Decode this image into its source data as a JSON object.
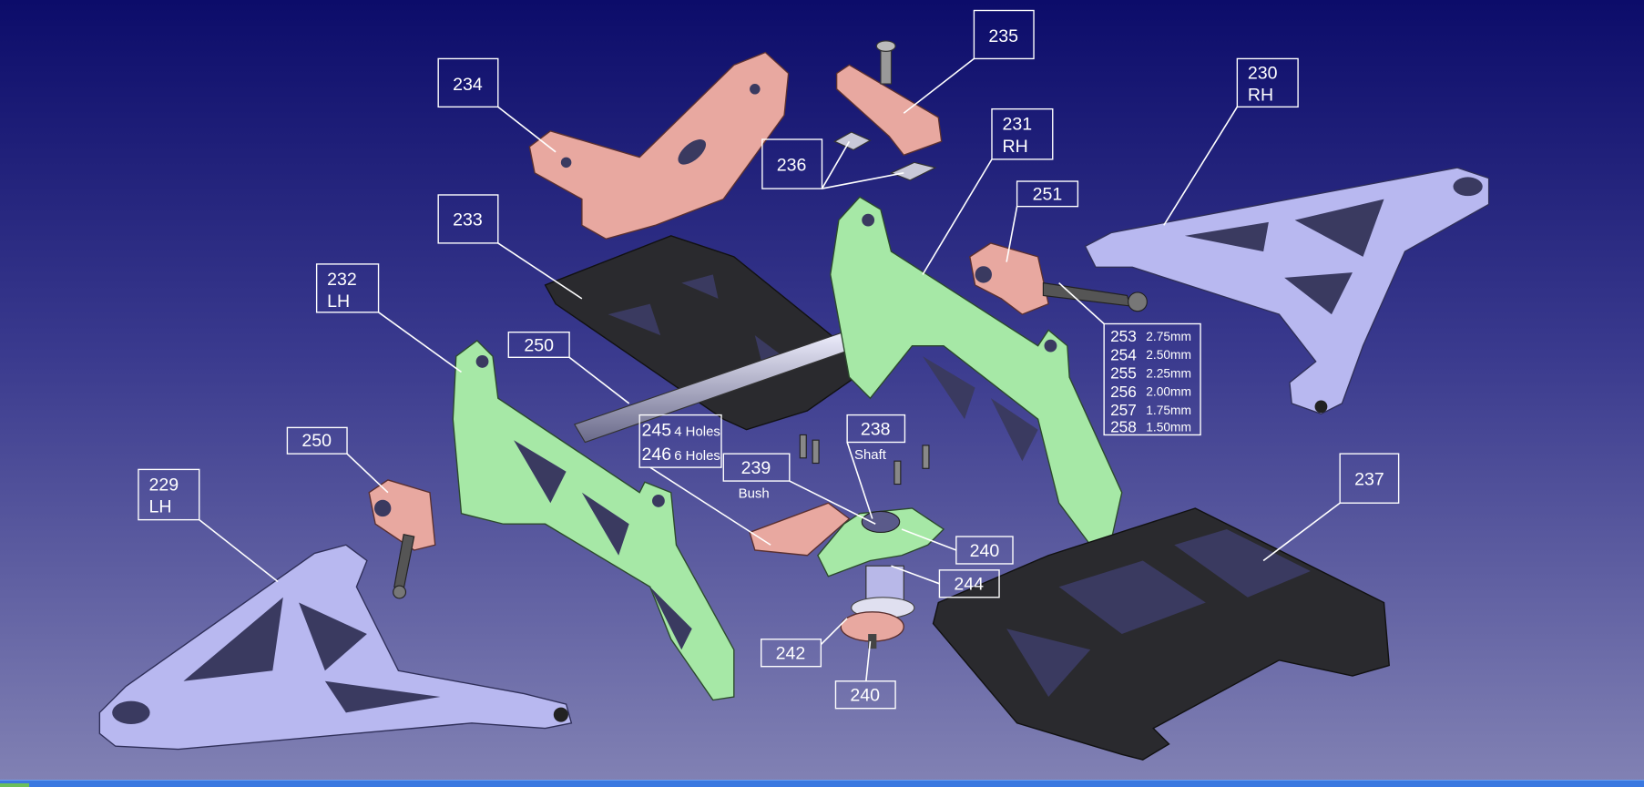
{
  "labels": {
    "l235": {
      "num": "235"
    },
    "l234": {
      "num": "234"
    },
    "l236": {
      "num": "236"
    },
    "l231": {
      "num": "231",
      "side": "RH"
    },
    "l230": {
      "num": "230",
      "side": "RH"
    },
    "l251": {
      "num": "251"
    },
    "l233": {
      "num": "233"
    },
    "l232": {
      "num": "232",
      "side": "LH"
    },
    "l250a": {
      "num": "250"
    },
    "l250b": {
      "num": "250"
    },
    "l229": {
      "num": "229",
      "side": "LH"
    },
    "l245": {
      "num": "245",
      "note": "4 Holes"
    },
    "l246": {
      "num": "246",
      "note": "6 Holes"
    },
    "l239": {
      "num": "239",
      "note": "Bush"
    },
    "l238": {
      "num": "238",
      "note": "Shaft"
    },
    "l240a": {
      "num": "240"
    },
    "l244": {
      "num": "244"
    },
    "l242": {
      "num": "242"
    },
    "l240b": {
      "num": "240"
    },
    "l237": {
      "num": "237"
    }
  },
  "spacers": [
    {
      "num": "253",
      "size": "2.75mm"
    },
    {
      "num": "254",
      "size": "2.50mm"
    },
    {
      "num": "255",
      "size": "2.25mm"
    },
    {
      "num": "256",
      "size": "2.00mm"
    },
    {
      "num": "257",
      "size": "1.75mm"
    },
    {
      "num": "258",
      "size": "1.50mm"
    }
  ],
  "colors": {
    "bg_top": "#0c0c6a",
    "bg_bottom": "#8080b2",
    "aluminium_pink": "#e8a8a0",
    "frame_green": "#a6e8a6",
    "arm_lavender": "#b8b8f0",
    "carbon_black": "#2a2a2e"
  }
}
